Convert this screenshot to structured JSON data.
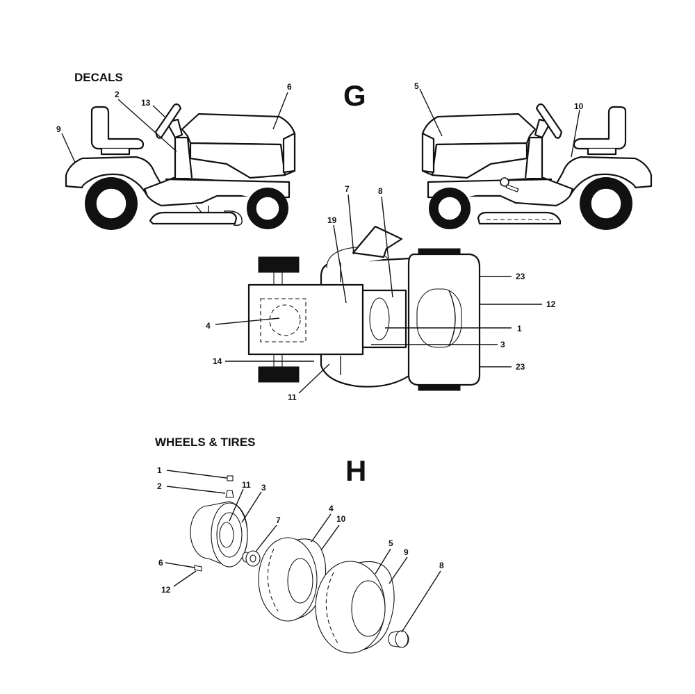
{
  "sections": {
    "decals_title": "DECALS",
    "decals_letter": "G",
    "wheels_title": "WHEELS & TIRES",
    "wheels_letter": "H"
  },
  "callouts": {
    "left_tractor": {
      "c9": "9",
      "c2": "2",
      "c13": "13",
      "c6": "6"
    },
    "right_tractor": {
      "c5": "5",
      "c10": "10"
    },
    "top_view": {
      "c7": "7",
      "c8": "8",
      "c19": "19",
      "c4": "4",
      "c14": "14",
      "c11": "11",
      "c23a": "23",
      "c12": "12",
      "c1": "1",
      "c3": "3",
      "c23b": "23"
    },
    "wheels": {
      "c1": "1",
      "c2": "2",
      "c11": "11",
      "c3": "3",
      "c7": "7",
      "c4": "4",
      "c10": "10",
      "c5": "5",
      "c9": "9",
      "c8": "8",
      "c6": "6",
      "c12": "12"
    }
  }
}
